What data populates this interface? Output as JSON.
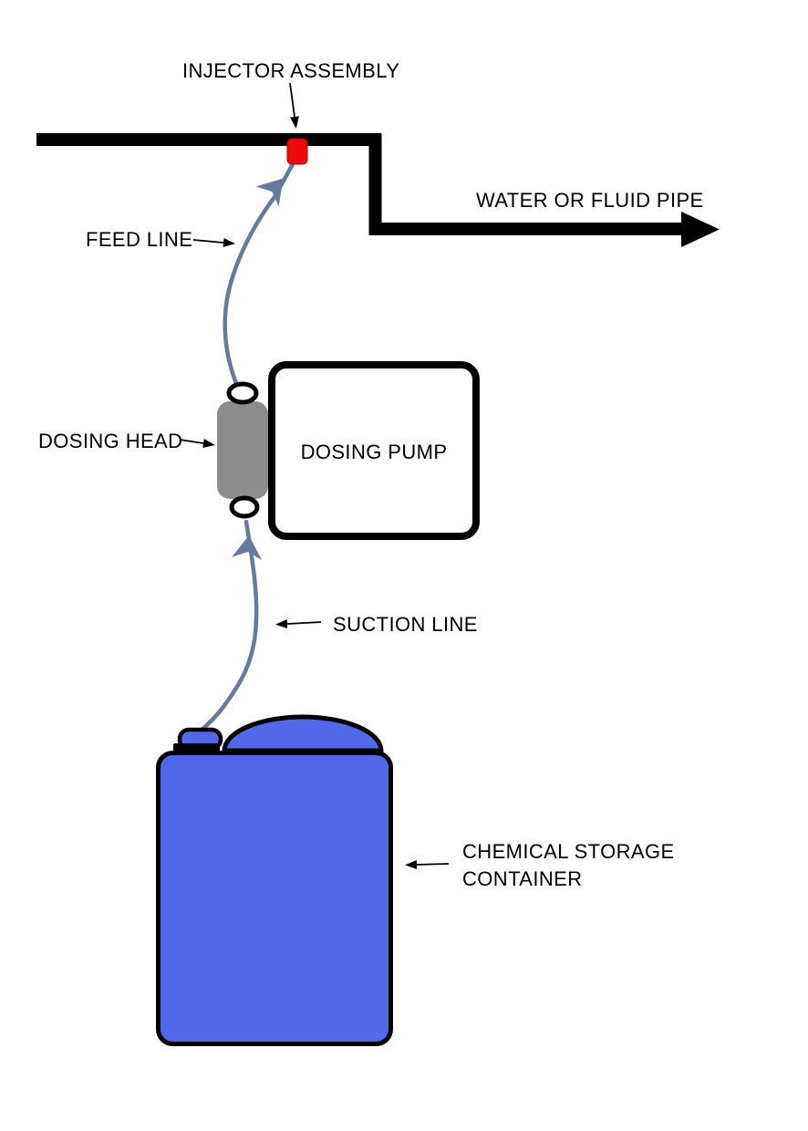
{
  "diagram": {
    "labels": {
      "injector_assembly": "INJECTOR ASSEMBLY",
      "water_pipe": "WATER OR FLUID PIPE",
      "feed_line": "FEED LINE",
      "dosing_head": "DOSING HEAD",
      "dosing_pump": "DOSING PUMP",
      "suction_line": "SUCTION LINE",
      "chemical_storage_line1": "CHEMICAL STORAGE",
      "chemical_storage_line2": "CONTAINER"
    },
    "colors": {
      "pipe_black": "#000000",
      "tubing_blue": "#66799f",
      "injector_red": "#ee0a0a",
      "dosing_head_gray": "#8c8c8c",
      "container_blue": "#5169e8",
      "pump_fill": "#ffffff",
      "label_text": "#000000",
      "background": "#ffffff"
    }
  }
}
